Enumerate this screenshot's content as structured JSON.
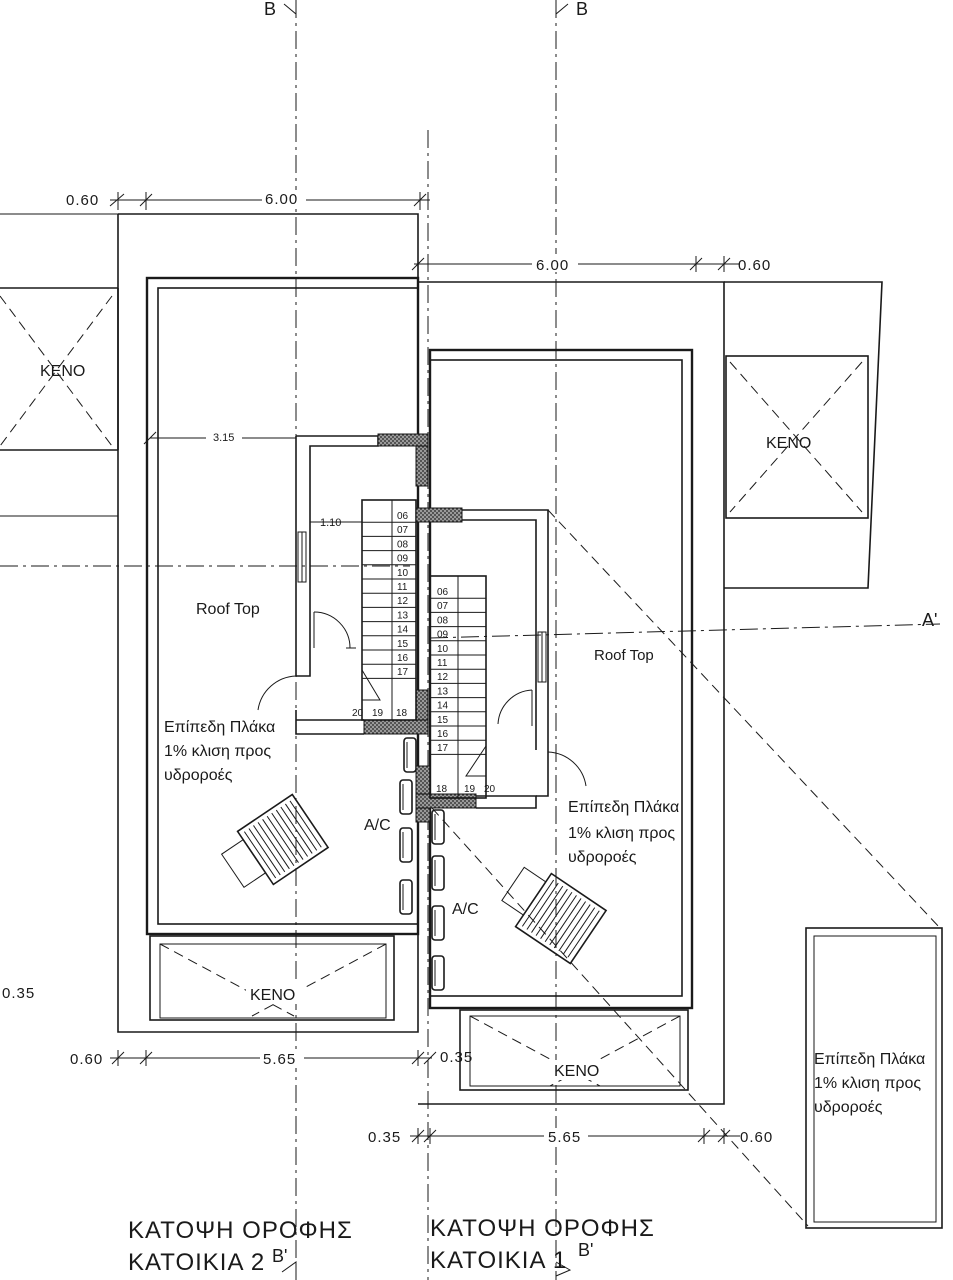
{
  "section_marks": {
    "b_left": "B",
    "b_right": "B",
    "b_prime_left": "B'",
    "b_prime_right": "B'",
    "a_prime": "A'"
  },
  "dimensions": {
    "top_left_offset": "0.60",
    "top_left_width": "6.00",
    "top_right_width": "6.00",
    "top_right_offset": "0.60",
    "stair_width_label": "3.15",
    "stair_gap_label": "1.10",
    "left_edge": "0.35",
    "bottom_left_offset": "0.60",
    "bottom_left_width": "5.65",
    "bottom_mid_offset": "0.35",
    "bottom_right_offset_left": "0.35",
    "bottom_right_width": "5.65",
    "bottom_right_offset": "0.60"
  },
  "labels": {
    "keno_left": "ΚΕΝΟ",
    "keno_right": "ΚΕΝΟ",
    "keno_bottom_left": "ΚΕΝΟ",
    "keno_bottom_right": "ΚΕΝΟ",
    "rooftop_left": "Roof Top",
    "rooftop_right": "Roof Top",
    "ac_left": "A/C",
    "ac_right": "A/C",
    "slab_left": [
      "Επίπεδη Πλάκα",
      "1% κλιση προς",
      "υδροροές"
    ],
    "slab_right": [
      "Επίπεδη Πλάκα",
      "1% κλιση προς",
      "υδροροές"
    ],
    "slab_far_right": [
      "Επίπεδη Πλάκα",
      "1% κλιση προς",
      "υδροροές"
    ]
  },
  "stairs_left": {
    "steps": [
      "06",
      "07",
      "08",
      "09",
      "10",
      "11",
      "12",
      "13",
      "14",
      "15",
      "16",
      "17"
    ],
    "landing": [
      "20",
      "19",
      "18"
    ]
  },
  "stairs_right": {
    "steps": [
      "06",
      "07",
      "08",
      "09",
      "10",
      "11",
      "12",
      "13",
      "14",
      "15",
      "16",
      "17"
    ],
    "landing": [
      "18",
      "19",
      "20"
    ]
  },
  "titles": {
    "left_line1": "ΚΑΤΟΨΗ ΟΡΟΦΗΣ",
    "left_line2": "ΚΑΤΟΙΚΙΑ 2",
    "right_line1": "ΚΑΤΟΨΗ ΟΡΟΦΗΣ",
    "right_line2": "ΚΑΤΟΙΚΙΑ 1"
  }
}
